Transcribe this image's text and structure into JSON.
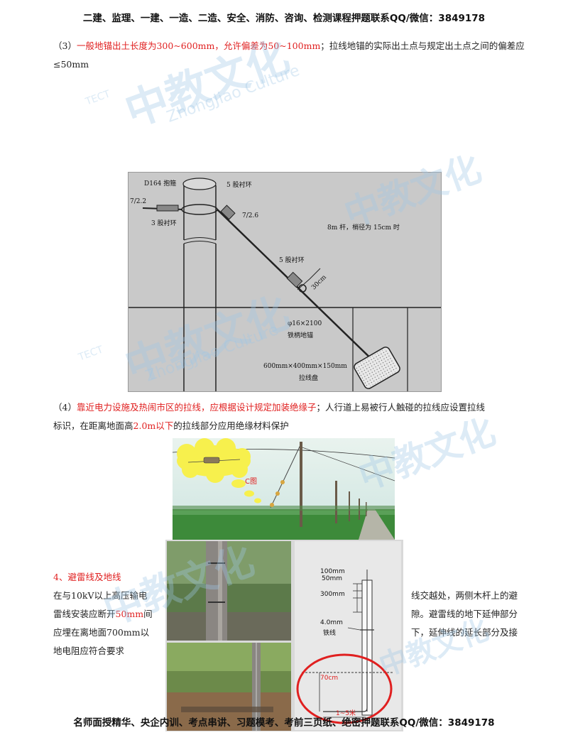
{
  "header": {
    "text": "二建、监理、一建、一造、二造、安全、消防、咨询、检测课程押题联系QQ/微信：3849178"
  },
  "footer": {
    "text": "名师面授精华、央企内训、考点串讲、习题模考、考前三页纸、绝密押题联系QQ/微信：3849178"
  },
  "p3": {
    "prefix": "（3）",
    "red": "一般地锚出土长度为300~600mm，允许偏差为50~100mm",
    "rest": "；拉线地锚的实际出土点与规定出土点之间的偏差应",
    "line2": "≤50mm"
  },
  "p4": {
    "prefix": "（4）",
    "red": "靠近电力设施及热闹市区的拉线，应根据设计规定加装绝缘子",
    "rest": "；人行道上易被行人触碰的拉线应设置拉线",
    "line2a": "标识，在距离地面高",
    "line2red": "2.0m以下",
    "line2b": "的拉线部分应用绝缘材料保护"
  },
  "sec4": {
    "title": "4、避雷线及地线",
    "l1a": "在与10kV以上高压输电",
    "l1b": "线交越处，两侧木杆上的避",
    "l2a": "雷线安装应断开",
    "l2red": "50mm",
    "l2b": "间",
    "l2c": "隙。避雷线的地下延伸部分",
    "l3a": "应埋在离地面700mm以",
    "l3b": "下，延伸线的延长部分及接",
    "l4": "地电阻应符合要求"
  },
  "fig1": {
    "labels": {
      "d164": "D164 抱箍",
      "n722": "7/2.2",
      "five1": "5 股衬环",
      "three": "3 股衬环",
      "n726": "7/2.6",
      "pole": "8m 杆，梢径为 15cm 时",
      "five2": "5 股衬环",
      "dist": "30cm",
      "rod1": "φ16×2100",
      "rod2": "铁柄地锚",
      "disk1": "600mm×400mm×150mm",
      "disk2": "拉线盘"
    }
  },
  "fig2": {
    "bubble_label": "C图"
  },
  "fig3": {
    "d100": "100mm",
    "d50": "50mm",
    "d300": "300mm",
    "wire1": "4.0mm",
    "wire2": "铁线",
    "d70": "70cm",
    "range": "1~5米"
  },
  "watermarks": [
    "中教文化",
    "ZhongJiao Culture",
    "TECT"
  ],
  "colors": {
    "red": "#e02020",
    "watermark": "#9fc7e6",
    "figbg": "#c9c9c9"
  }
}
